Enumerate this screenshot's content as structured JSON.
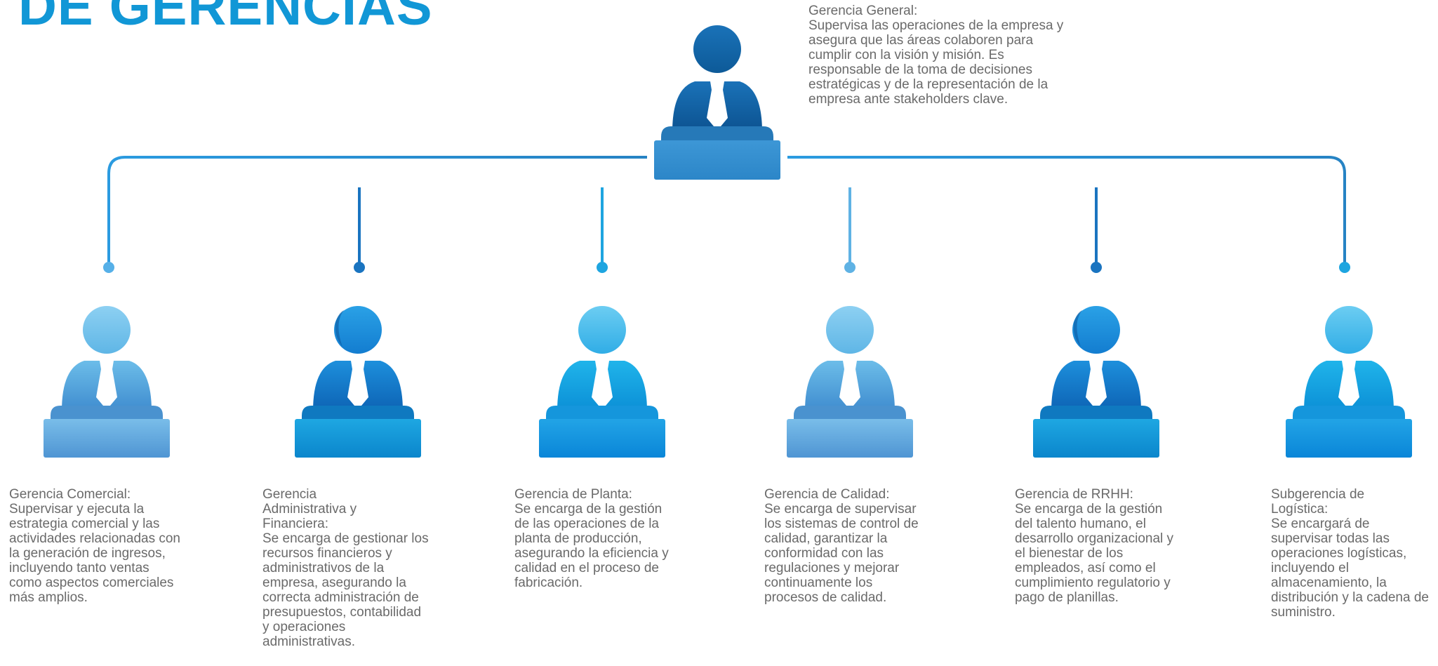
{
  "title": "DE GERENCIAS",
  "colors": {
    "accent": "#1197d6",
    "line": "#2a8fcf",
    "text": "#6a6a6a"
  },
  "top": {
    "name": "Gerencia General:",
    "description": "Supervisa las operaciones de la empresa y asegura que las áreas colaboren para cumplir con la visión y misión. Es responsable de la toma de decisiones estratégicas y de la representación de la empresa ante stakeholders clave."
  },
  "departments": [
    {
      "name": "Gerencia Comercial:",
      "description": "Supervisar y ejecuta la estrategia comercial y las actividades relacionadas con la generación de ingresos, incluyendo tanto ventas como aspectos comerciales más amplios."
    },
    {
      "name": "Gerencia Administrativa y Financiera:",
      "description": "Se encarga de gestionar los recursos financieros y administrativos de la empresa, asegurando la correcta administración de presupuestos, contabilidad y operaciones administrativas."
    },
    {
      "name": "Gerencia de Planta:",
      "description": "Se encarga de la gestión de las operaciones de la planta de producción, asegurando la eficiencia y calidad en el proceso de fabricación."
    },
    {
      "name": "Gerencia de Calidad:",
      "description": "Se encarga de supervisar los sistemas de control de calidad, garantizar la conformidad con las regulaciones y mejorar continuamente los procesos de calidad."
    },
    {
      "name": "Gerencia de RRHH:",
      "description": "Se encarga de la gestión del talento humano, el desarrollo organizacional y el bienestar de los empleados, así como el cumplimiento regulatorio y pago de planillas."
    },
    {
      "name": "Subgerencia de Logística:",
      "description": "Se encargará de supervisar todas las operaciones logísticas, incluyendo el almacenamiento, la distribución y la cadena de suministro."
    }
  ]
}
